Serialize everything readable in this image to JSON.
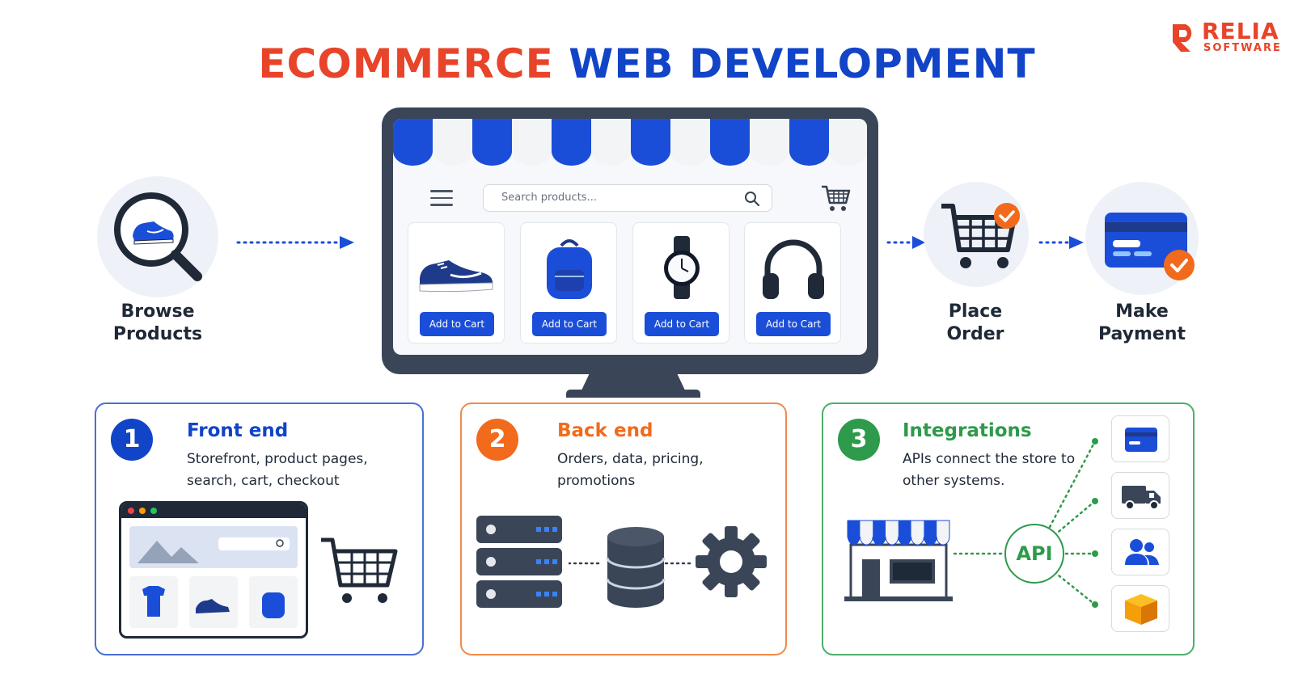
{
  "title": {
    "part1": "ECOMMERCE",
    "part2": "WEB DEVELOPMENT"
  },
  "logo": {
    "name": "RELIA",
    "sub": "SOFTWARE"
  },
  "flow": {
    "browse": "Browse Products",
    "place": "Place Order",
    "pay": "Make Payment"
  },
  "store": {
    "search_placeholder": "Search products...",
    "products": [
      {
        "item": "sneaker",
        "button": "Add to Cart"
      },
      {
        "item": "backpack",
        "button": "Add to Cart"
      },
      {
        "item": "watch",
        "button": "Add to Cart"
      },
      {
        "item": "headphones",
        "button": "Add to Cart"
      }
    ]
  },
  "panels": [
    {
      "number": "1",
      "title": "Front end",
      "desc": "Storefront, product pages, search, cart, checkout"
    },
    {
      "number": "2",
      "title": "Back end",
      "desc": "Orders, data, pricing, promotions"
    },
    {
      "number": "3",
      "title": "Integrations",
      "desc": "APIs connect the store to other systems."
    }
  ],
  "api_label": "API",
  "icons": [
    "search-icon",
    "cart-icon",
    "menu-icon",
    "check-icon",
    "credit-card-icon",
    "server-icon",
    "database-icon",
    "gear-icon",
    "store-icon",
    "truck-icon",
    "users-icon",
    "package-icon"
  ],
  "colors": {
    "orange": "#e8442a",
    "blue": "#1244c8",
    "green": "#2e9a4b",
    "accent_orange": "#f26a1b"
  }
}
